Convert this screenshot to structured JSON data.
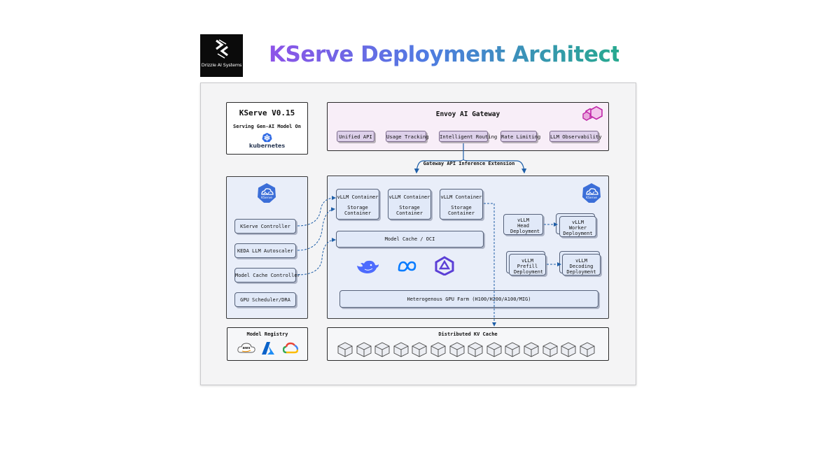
{
  "header": {
    "logo_text": "Drizzle AI Systems",
    "title": "KServe Deployment Architecture"
  },
  "kserve_box": {
    "title": "KServe V0.15",
    "subtitle": "Serving Gen-AI Model On",
    "k8s_label": "kubernetes"
  },
  "gateway": {
    "title": "Envoy AI Gateway",
    "features": [
      "Unified API",
      "Usage Tracking",
      "Intelligent Routing",
      "Rate Limiting",
      "LLM Observability"
    ]
  },
  "extension_label": "Gateway API Inference Extension",
  "controllers": {
    "badge_label": "KServe",
    "items": [
      "KServe Controller",
      "KEDA LLM Autoscaler",
      "Model Cache Controller",
      "GPU Scheduler/DRA"
    ]
  },
  "cluster": {
    "badge_label": "KServe",
    "containers": [
      {
        "title": "vLLM Container",
        "storage": "Storage Container"
      },
      {
        "title": "vLLM Container",
        "storage": "Storage Container"
      },
      {
        "title": "vLLM Container",
        "storage": "Storage Container"
      }
    ],
    "model_cache": "Model Cache / OCI",
    "gpu_farm": "Heterogenous GPU Farm (H100/H200/A100/MIG)",
    "deployments": {
      "head": "vLLM Head Deployment",
      "worker": "vLLM Worker Deployment",
      "prefill": "vLLM Prefill Deployment",
      "decoding": "vLLM Decoding Deployment"
    }
  },
  "registry": {
    "title": "Model Registry",
    "aws_label": "aws"
  },
  "kv_cache": {
    "title": "Distributed KV Cache",
    "cube_count": 14
  },
  "icons": [
    "drizzle-logo-icon",
    "envoy-icon",
    "kubernetes-icon",
    "kserve-icon",
    "deepseek-whale-icon",
    "meta-icon",
    "qwen-icon",
    "aws-icon",
    "azure-icon",
    "google-cloud-icon",
    "cube-icon"
  ],
  "colors": {
    "title_gradient_start": "#8e53e8",
    "title_gradient_end": "#27a98f",
    "gateway_bg": "#f8eef8",
    "chip_bg": "#ddd0ea",
    "panel_bg": "#e9eef9",
    "card_bg": "#e1e9f8",
    "arrow": "#1f5fa8",
    "envoy": "#c026a8"
  }
}
